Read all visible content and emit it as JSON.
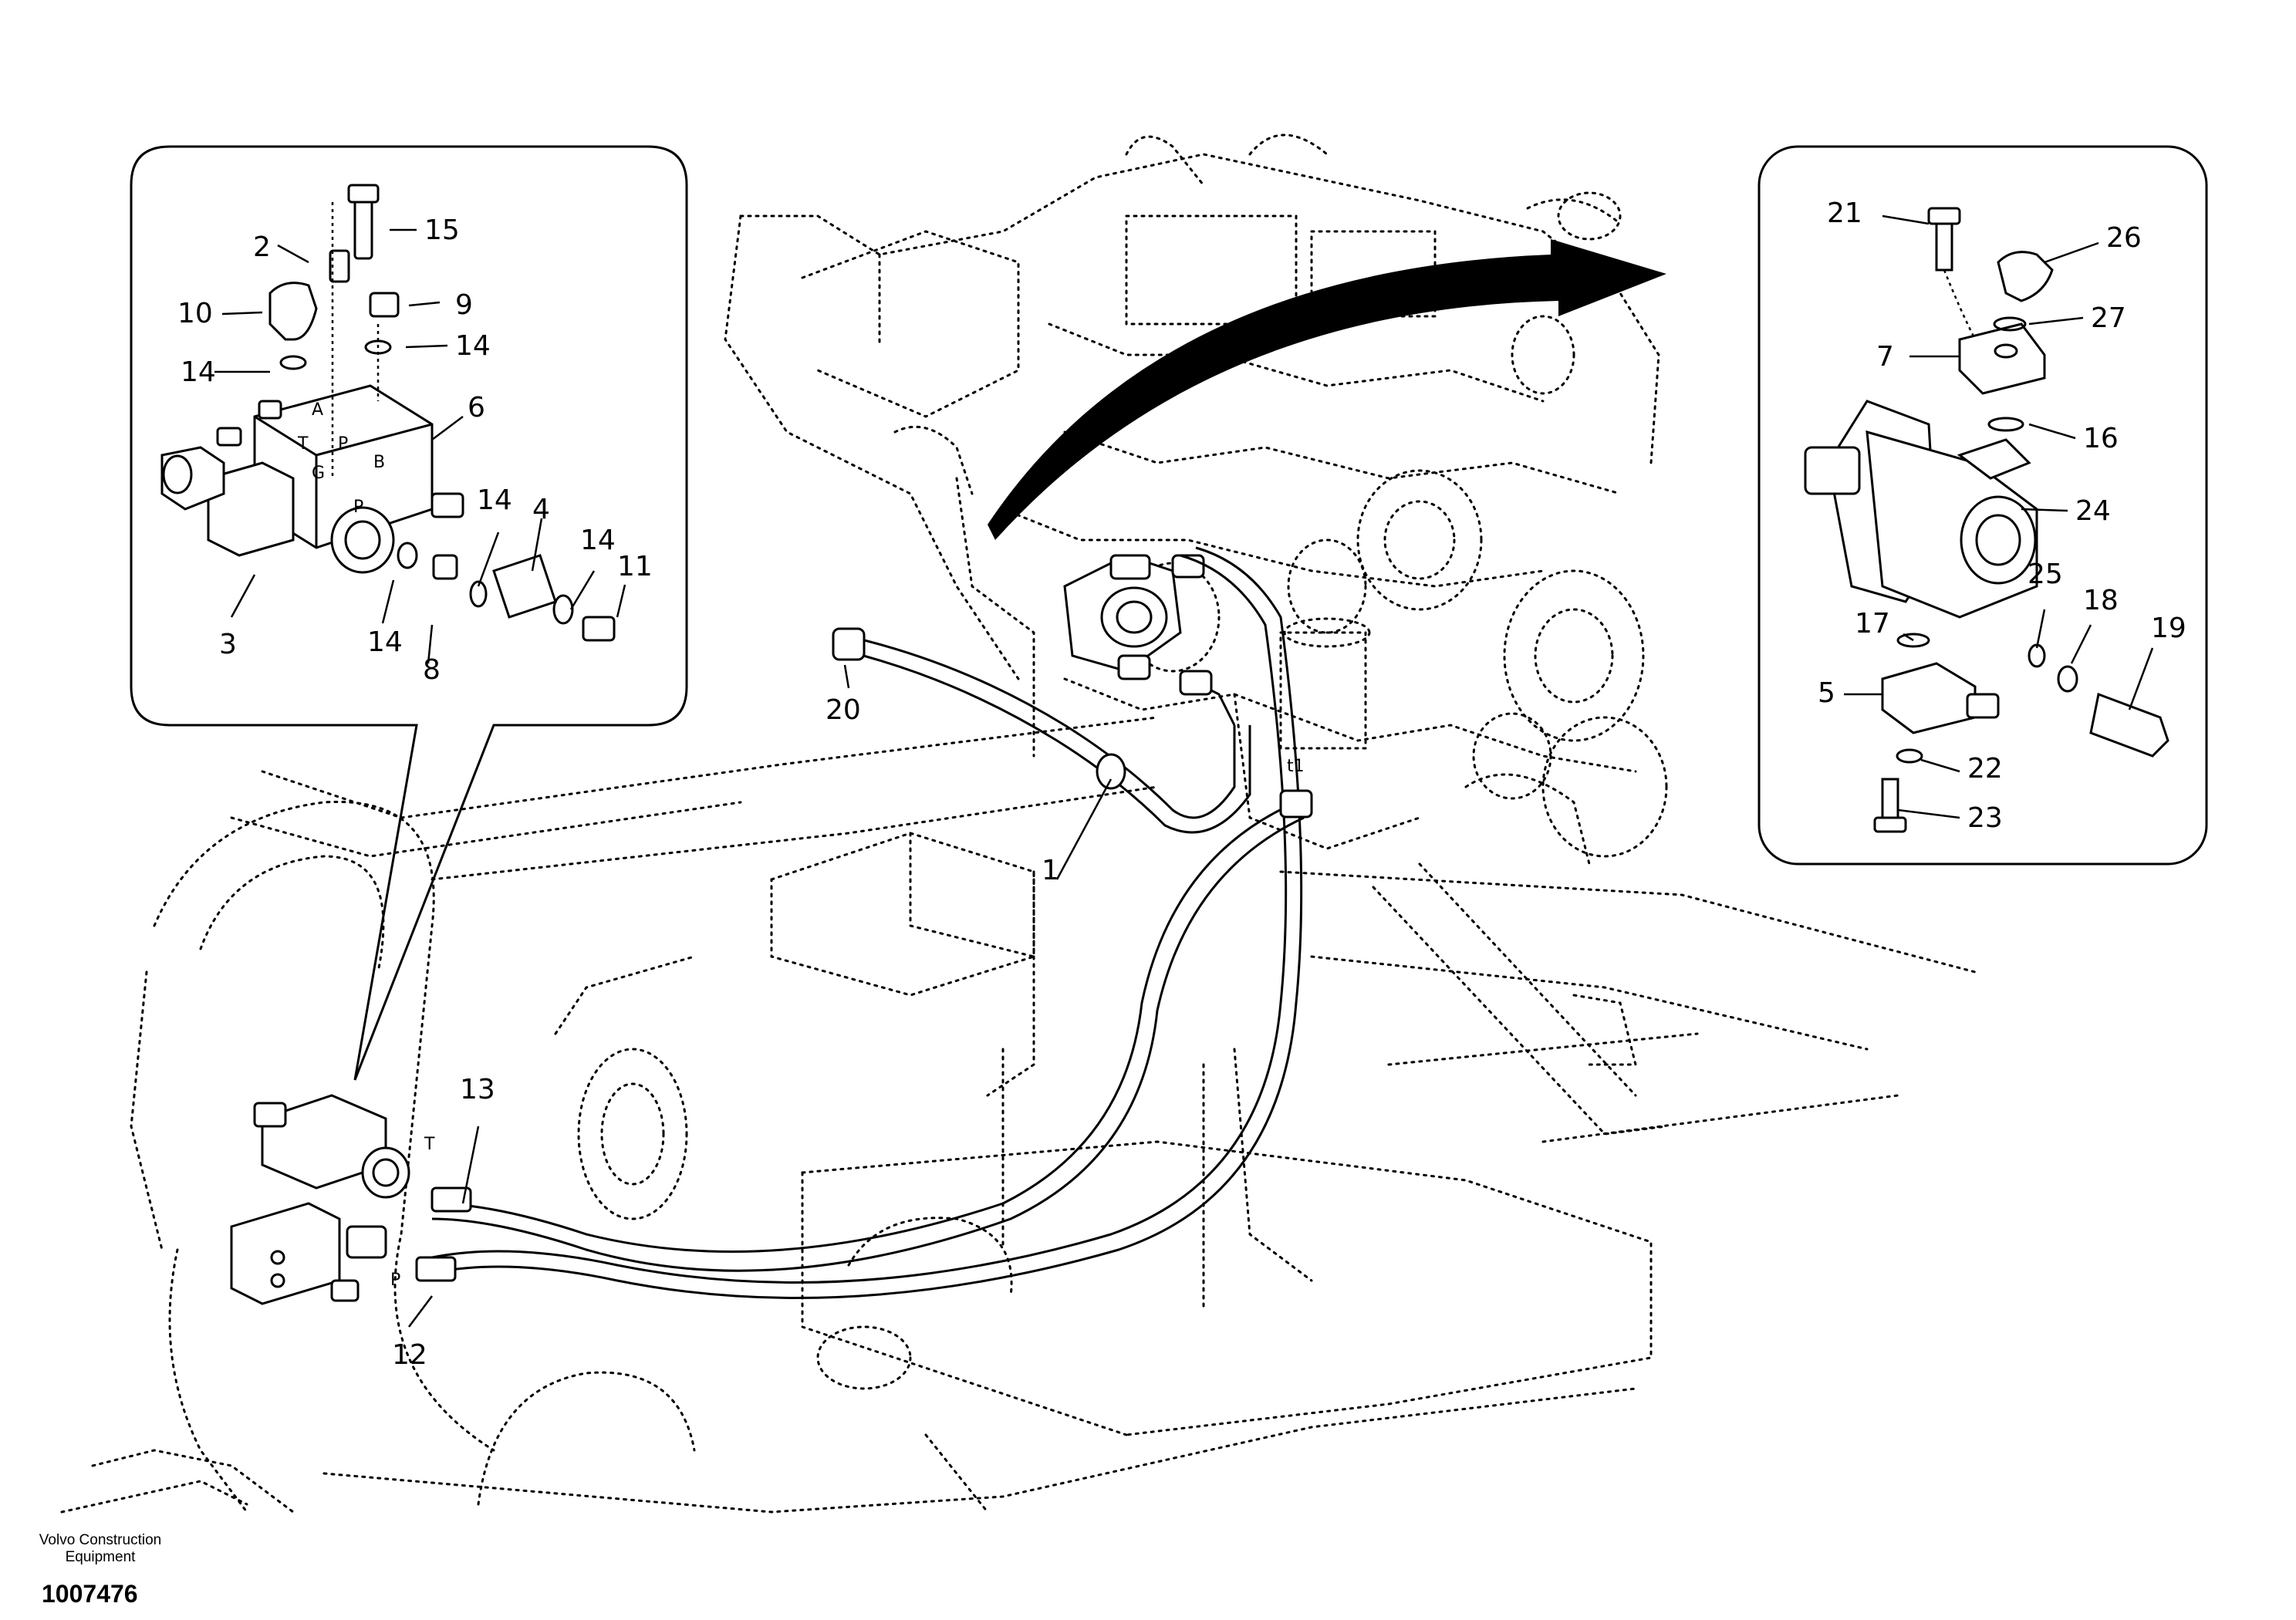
{
  "callouts": {
    "c1": "1",
    "c2": "2",
    "c3": "3",
    "c4": "4",
    "c5": "5",
    "c6": "6",
    "c7": "7",
    "c8": "8",
    "c9": "9",
    "c10": "10",
    "c11": "11",
    "c12": "12",
    "c13": "13",
    "c14a": "14",
    "c14b": "14",
    "c14c": "14",
    "c14d": "14",
    "c14e": "14",
    "c15": "15",
    "c16": "16",
    "c17": "17",
    "c18": "18",
    "c19": "19",
    "c20": "20",
    "c21": "21",
    "c22": "22",
    "c23": "23",
    "c24": "24",
    "c25": "25",
    "c26": "26",
    "c27": "27"
  },
  "ports": {
    "left_A": "A",
    "left_T": "T",
    "left_P_top": "P",
    "left_G": "G",
    "left_B": "B",
    "left_P_side": "P",
    "main_T": "T",
    "main_P": "P",
    "t1": "t1"
  },
  "footer": {
    "manufacturer": "Volvo Construction Equipment",
    "drawing_number": "1007476"
  }
}
